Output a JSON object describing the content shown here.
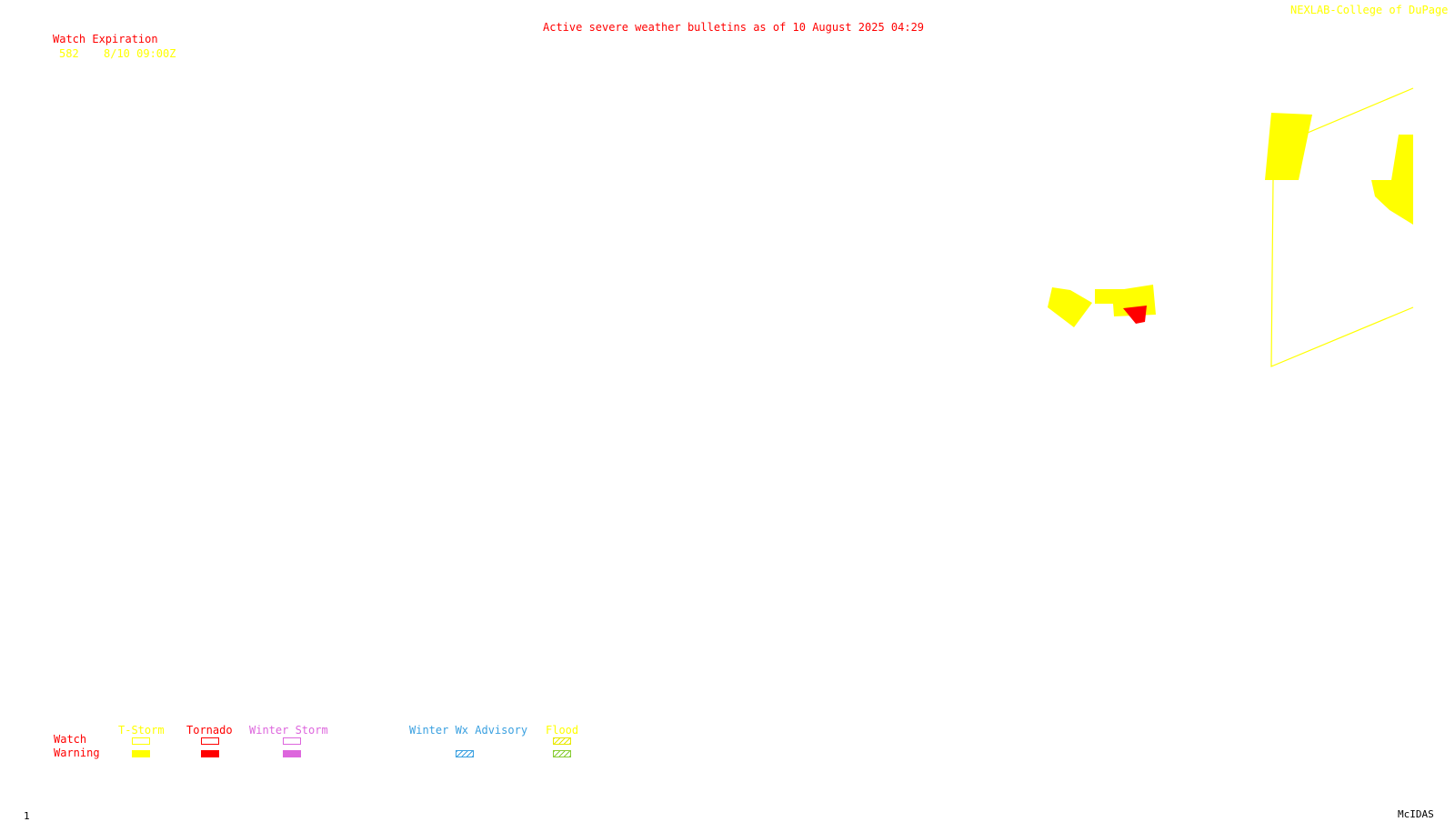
{
  "header": {
    "title": "Active severe weather bulletins as of 10 August 2025 04:29",
    "credit": "NEXLAB-College of DuPage R",
    "title_color": "#ff0000",
    "credit_color": "#ffff00"
  },
  "watch_table": {
    "heading": "Watch Expiration",
    "rows": [
      {
        "number": "582",
        "expiration": "8/10 09:00Z"
      }
    ]
  },
  "legend": {
    "row_labels": {
      "watch": "Watch",
      "warning": "Warning"
    },
    "categories": [
      {
        "label": "T-Storm",
        "color": "#ffff00",
        "watch_style": "outline",
        "warning_style": "filled"
      },
      {
        "label": "Tornado",
        "color": "#ff0000",
        "watch_style": "outline",
        "warning_style": "filled"
      },
      {
        "label": "Winter Storm",
        "color": "#dd66dd",
        "watch_style": "outline",
        "warning_style": "filled"
      },
      {
        "label": "Winter Wx Advisory",
        "color": "#3aa0e0",
        "watch_style": "none",
        "warning_style": "hatched"
      },
      {
        "label": "Flood",
        "color": "#ffff00",
        "watch_style": "hatched",
        "warning_style": "hatched-green"
      }
    ]
  },
  "map": {
    "watch_outline_color": "#ffff00",
    "tstorm_warning_color": "#ffff00",
    "tornado_warning_color": "#ff0000"
  },
  "footer": {
    "frame_number": "1",
    "software": "McIDAS"
  }
}
